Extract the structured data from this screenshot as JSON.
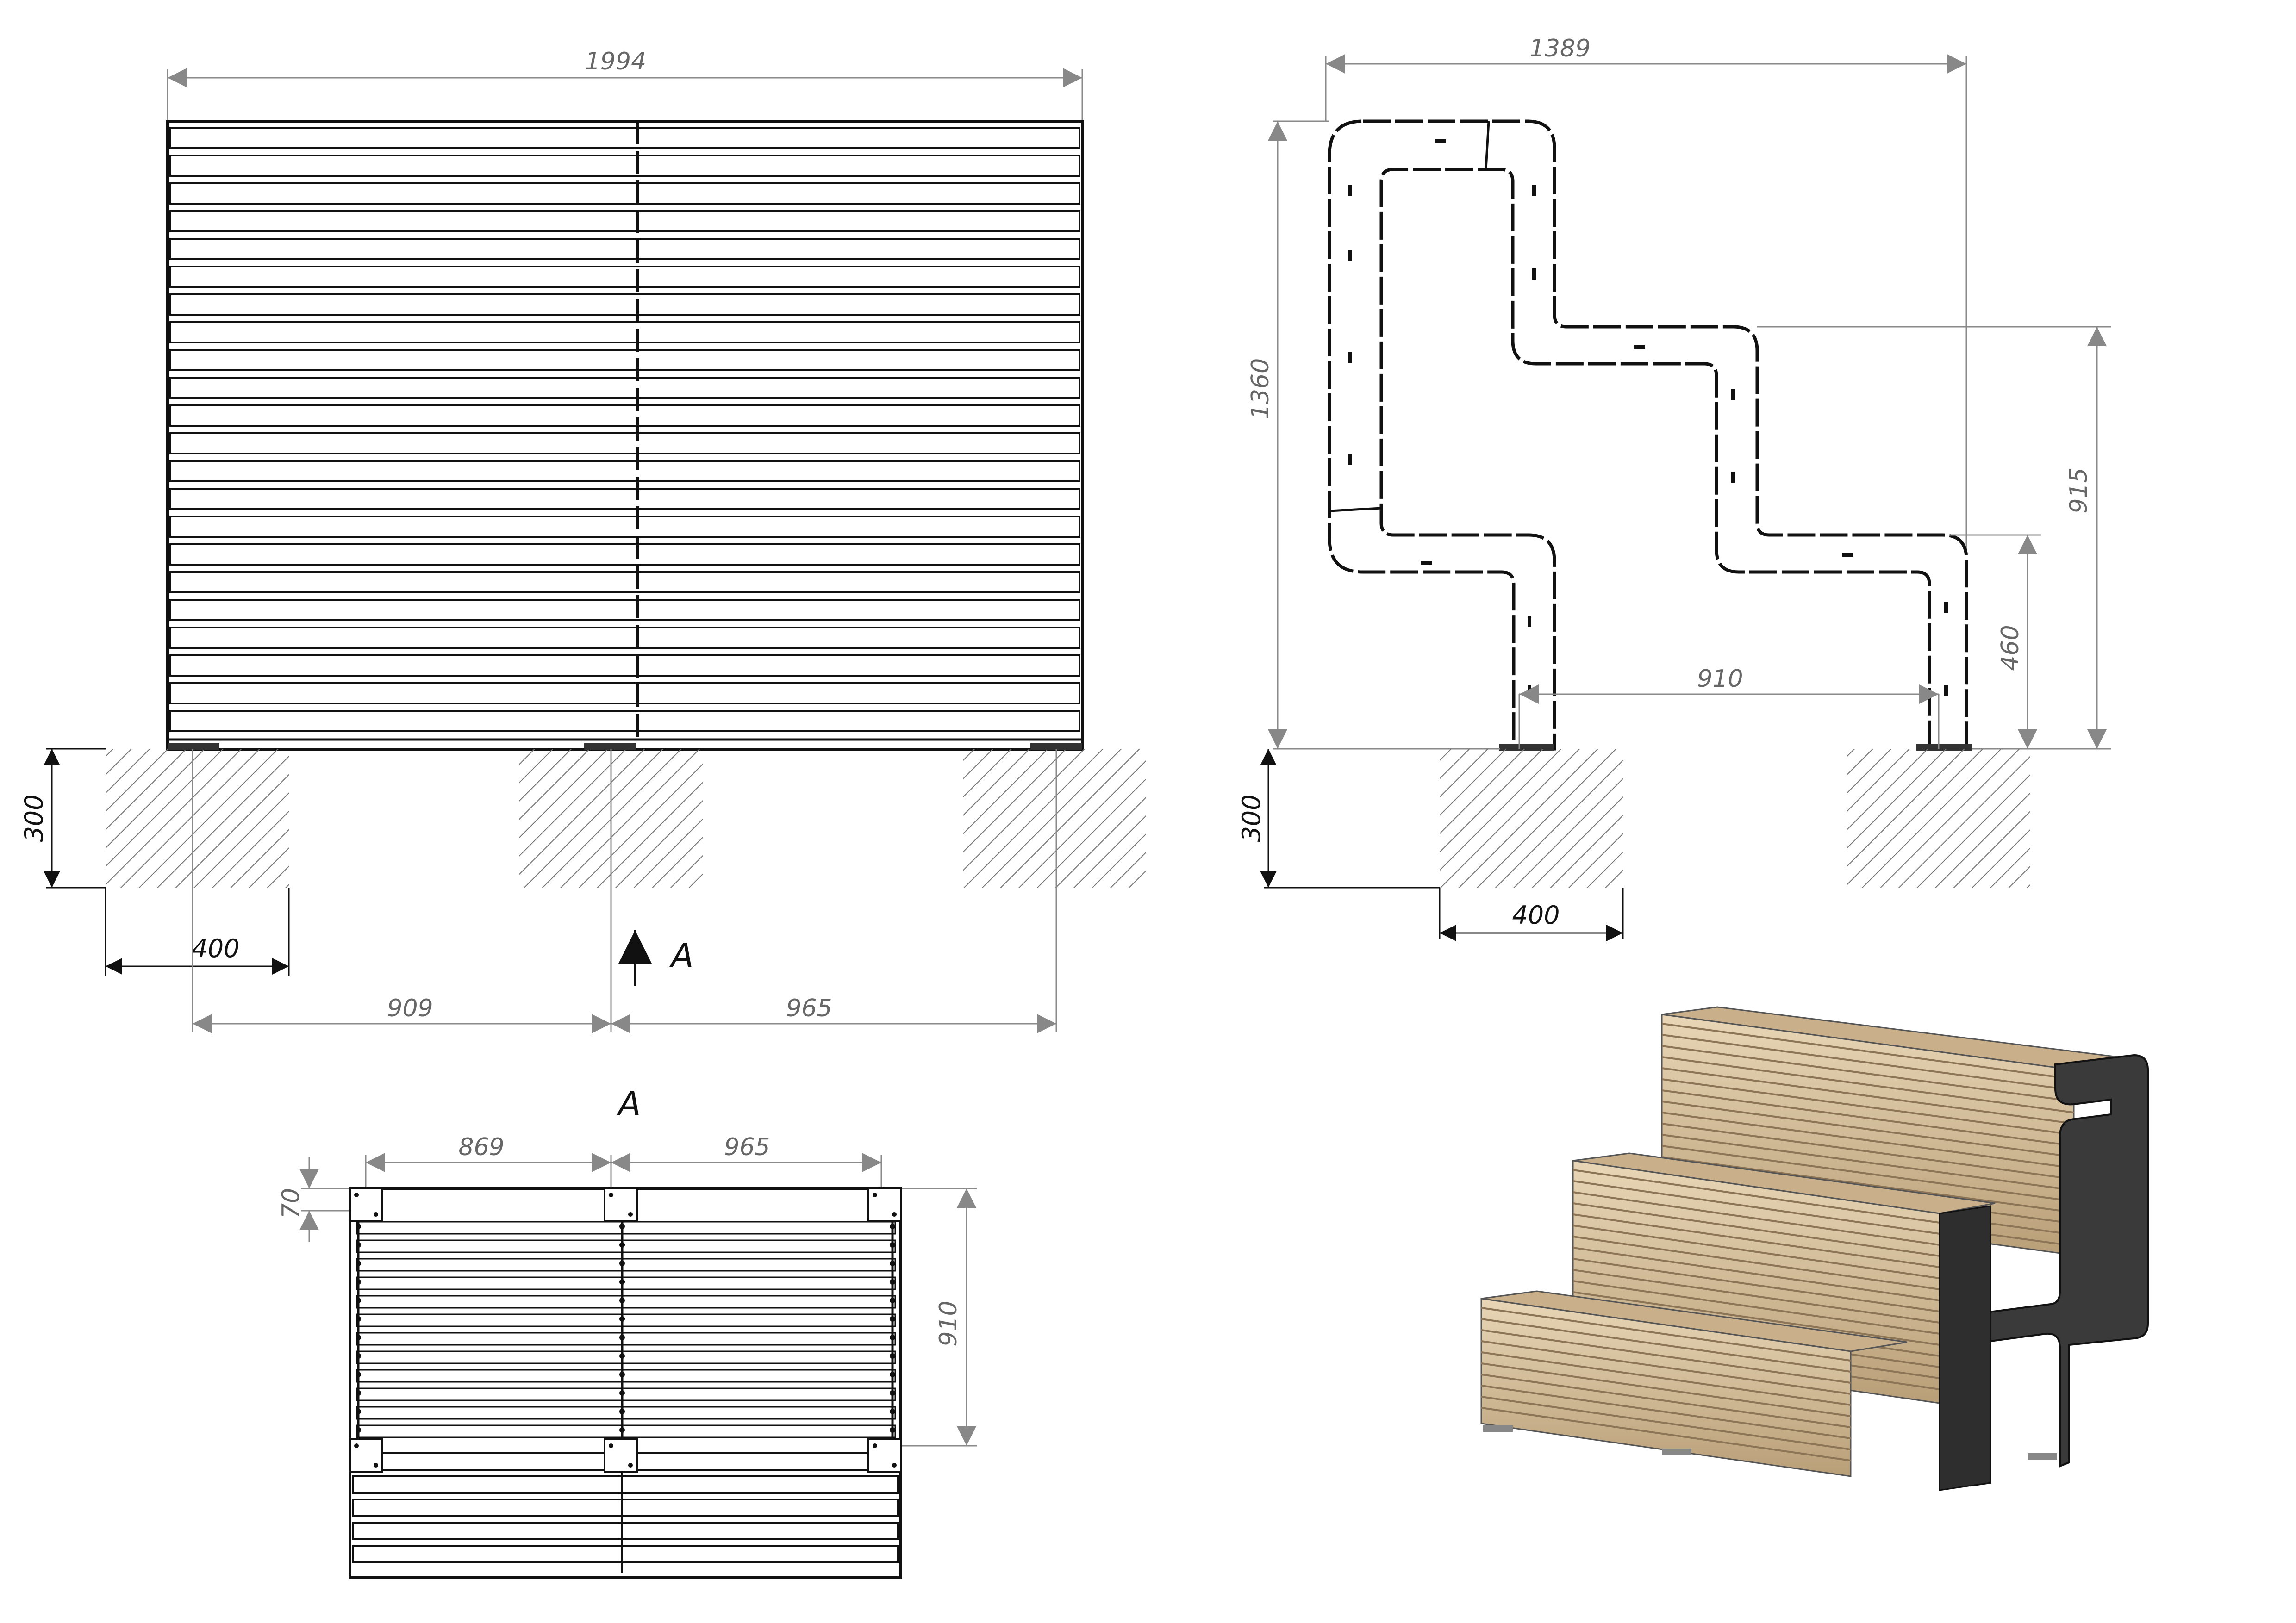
{
  "front_view": {
    "dim_width": "1994",
    "dim_foundation_height": "300",
    "dim_foundation_width": "400",
    "dim_left_span": "909",
    "dim_right_span": "965",
    "section_marker": "A"
  },
  "side_view": {
    "dim_depth": "1389",
    "dim_height": "1360",
    "dim_mid_step": "915",
    "dim_low_step": "460",
    "dim_leg_spacing": "910",
    "dim_foundation_height": "300",
    "dim_foundation_width": "400"
  },
  "section_a": {
    "title": "A",
    "dim_left": "869",
    "dim_right": "965",
    "dim_plate": "70",
    "dim_depth": "910"
  },
  "colors": {
    "line": "#111111",
    "dim_line": "#8a8a8a",
    "wood": "#d9c4a2",
    "wood_dark": "#a8916c",
    "steel": "#3a3a3a"
  }
}
